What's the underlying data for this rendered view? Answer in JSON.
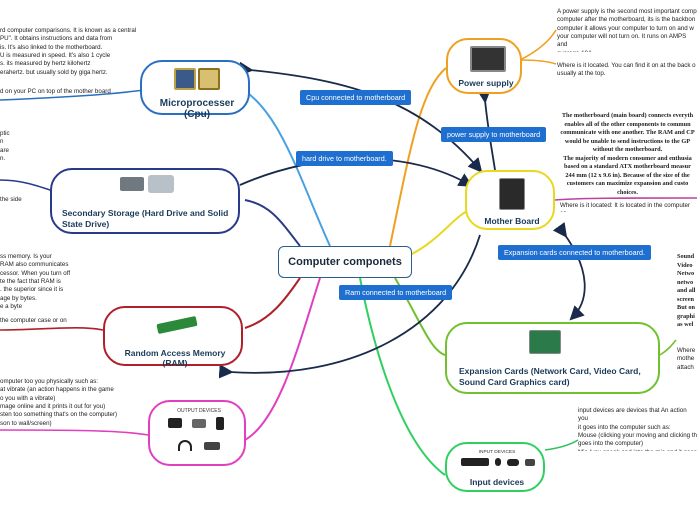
{
  "central": {
    "title": "Computer componets"
  },
  "nodes": {
    "cpu": {
      "title": "Microprocesser (Cpu)"
    },
    "storage": {
      "title": "Secondary Storage (Hard Drive and Solid State Drive)"
    },
    "ram": {
      "title": "Random Access Memory (RAM)"
    },
    "output": {
      "title": "OUTPUT DEVICES"
    },
    "psu": {
      "title": "Power supply"
    },
    "motherboard": {
      "title": "Mother Board"
    },
    "expansion": {
      "title": "Expansion Cards (Network Card, Video Card, Sound Card Graphics card)"
    },
    "input": {
      "title": "Input devices",
      "image_label": "INPUT DEVICES"
    }
  },
  "tags": {
    "cpu": "Cpu connected to motherboard",
    "hdd": "hard drive to motherboard.",
    "psu": "power supply to motherboard",
    "expansion": "Expansion cards connected to motherboard.",
    "ram": "Ram connected to motherboard"
  },
  "notes": {
    "cpu_desc": "rd computer comparisons. It is known as a central\nPU\". It obtains instructions and data from\nis. It's also linked to the motherboard.\nU is measured in speed. It's also 1 cycle\ns. its measured by hertz kilohertz\nerahertz. but usually sold by giga hertz.",
    "cpu_loc": "d on your PC on top of the mother board",
    "storage_desc": "ptic\nn\nare\nn.",
    "storage_loc": "the side",
    "ram_desc": "ss memory. Is your\nRAM also communicates\ncessor. When you turn off\nte the fact that RAM is\n. the superior since it is\nage by bytes.\ne a byte",
    "ram_loc": "the computer case or on",
    "output_desc": "omputer too you physically such as:\nat vibrate (an action happens in the game\no you with a vibrate)\nmage online and it prints it out for you)\nsten too something that's on the computer)\nson to wall/screen)",
    "psu_desc": "A power supply is the second most important comp\ncomputer after the motherboard, its is the backbon\ncomputer it allows your computer to turn on and w\nyour computer will not turn on. It runs on AMPS and\naverage 18A",
    "psu_loc": "Where is it located. You can find it on at the back o\nusually at the top.",
    "mb_desc": "The motherboard (main board) connects everyth\nenables all of the other components to commun\ncommunicate with one another. The RAM and CP\nwould be unable to send instructions to the GP\nwithout the motherboard.\nThe majority of modern consumer and enthusia\nbased on a standard ATX motherboard measur\n244 mm (12 x 9.6 in). Because of the size of the\ncustomers can maximize expansion and custo\nchoices.",
    "mb_loc": "Where is it located: It is located in the computer ca",
    "exp_desc": "Sound\nVideo\nNetwo\nnetwo\nand all\nscreen\nBut on\ngraphi\nas wel",
    "exp_loc": "Where\nmothe\nattach",
    "input_desc": "input devices are devices that An action you\nit goes into the computer such as:\nMouse (clicking your moving and clicking th\ngoes into the computer)\nMic (you speak and into the mic and it goes"
  }
}
